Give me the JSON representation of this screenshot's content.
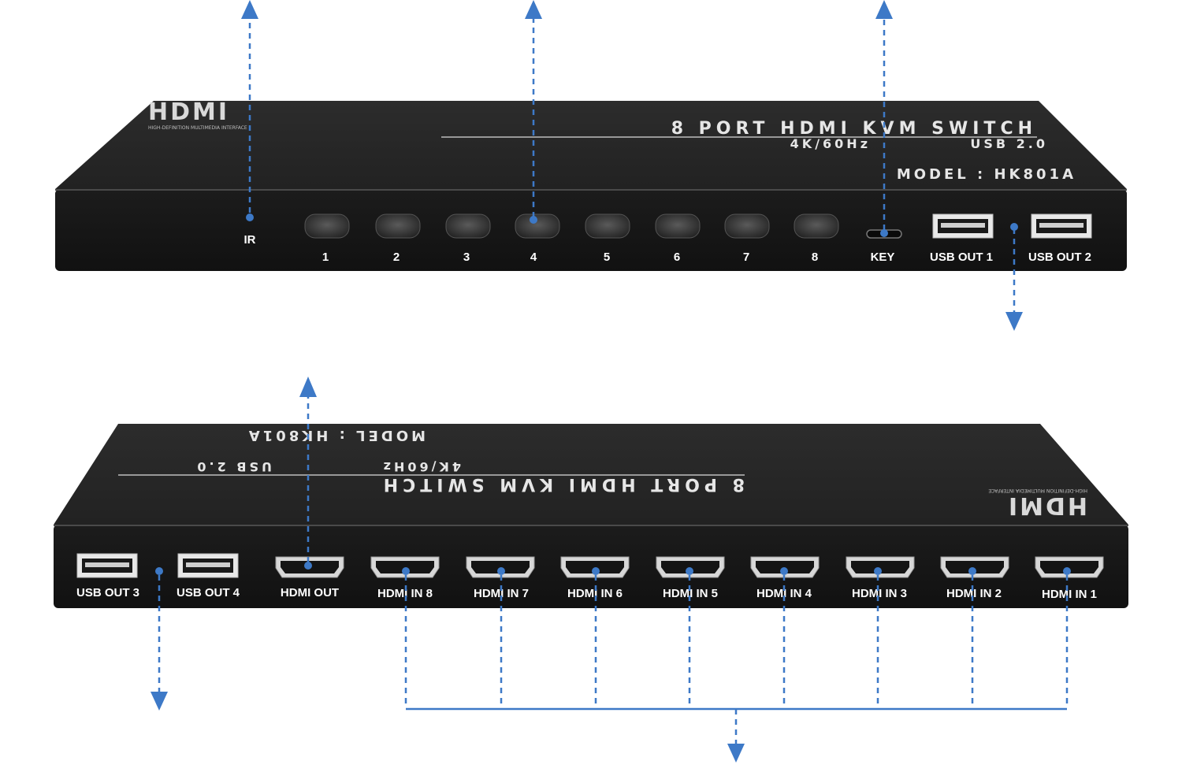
{
  "device": {
    "brand_logo": "HDMI",
    "brand_tagline": "HIGH-DEFINITION MULTIMEDIA INTERFACE",
    "title": "8 PORT HDMI KVM SWITCH",
    "specs": "4K/60Hz",
    "usb_spec": "USB 2.0",
    "model": "MODEL : HK801A"
  },
  "front_panel": {
    "ir_label": "IR",
    "buttons": [
      "1",
      "2",
      "3",
      "4",
      "5",
      "6",
      "7",
      "8"
    ],
    "key_label": "KEY",
    "usb_out_1": "USB OUT 1",
    "usb_out_2": "USB OUT 2"
  },
  "back_panel": {
    "usb_out_3": "USB OUT 3",
    "usb_out_4": "USB OUT 4",
    "hdmi_out": "HDMI OUT",
    "hdmi_inputs": [
      "HDMI IN 8",
      "HDMI IN 7",
      "HDMI IN 6",
      "HDMI IN 5",
      "HDMI IN 4",
      "HDMI IN 3",
      "HDMI IN 2",
      "HDMI IN 1"
    ]
  },
  "colors": {
    "body": "#1f1f1f",
    "top_face": "#2b2b2b",
    "accent": "#3d79c7"
  }
}
